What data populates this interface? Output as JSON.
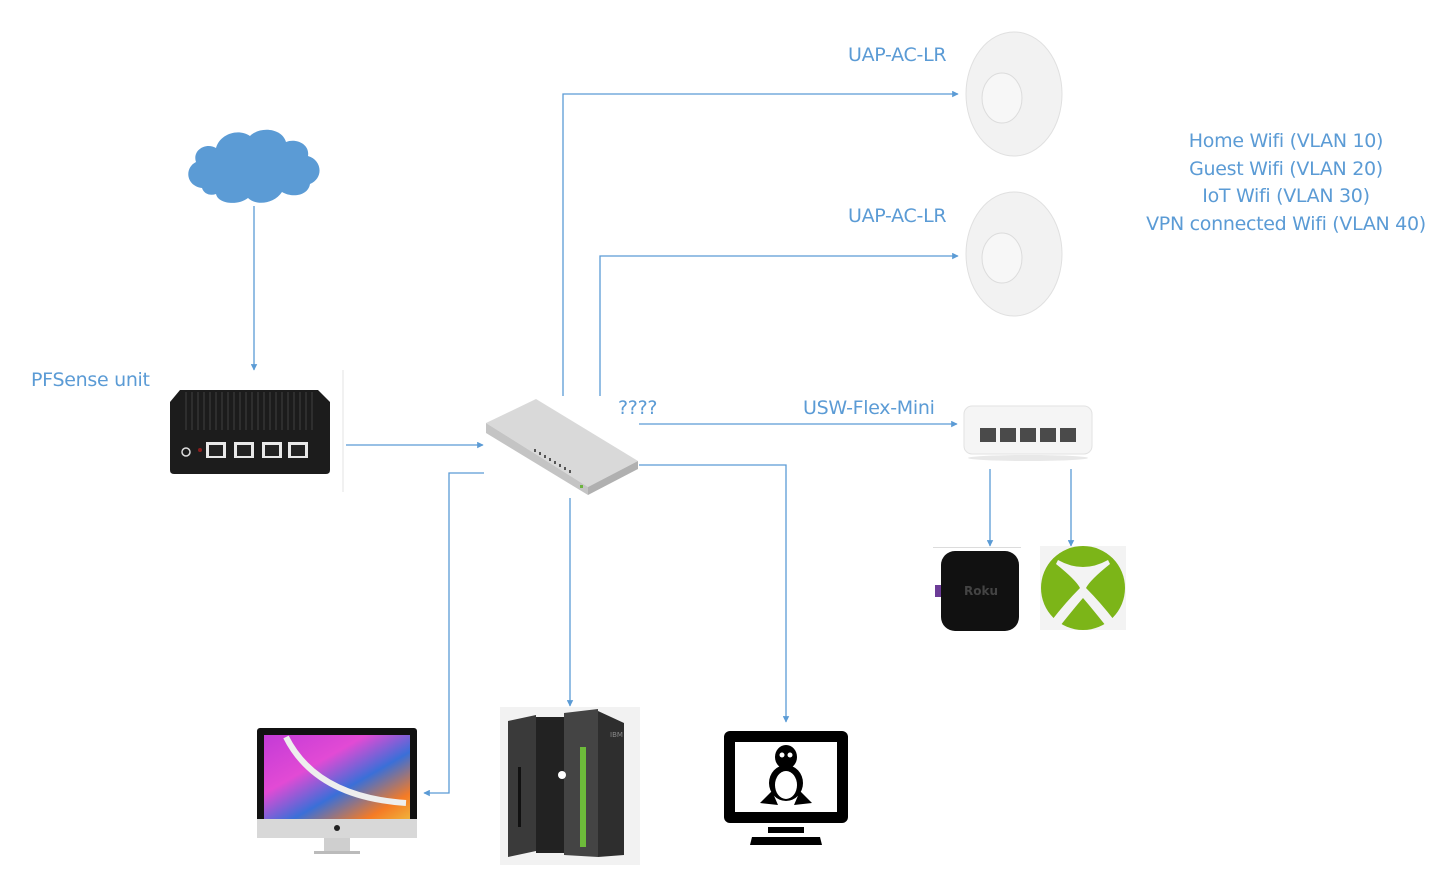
{
  "diagram": {
    "title": "Home network topology",
    "line_color": "#5b9bd5",
    "nodes": [
      {
        "id": "internet",
        "label": "",
        "icon": "cloud-icon"
      },
      {
        "id": "pfsense",
        "label": "PFSense unit",
        "icon": "firewall-appliance-icon"
      },
      {
        "id": "core-switch",
        "label": "????",
        "icon": "rack-switch-icon"
      },
      {
        "id": "ap1",
        "label": "UAP-AC-LR",
        "icon": "access-point-icon"
      },
      {
        "id": "ap2",
        "label": "UAP-AC-LR",
        "icon": "access-point-icon"
      },
      {
        "id": "flex-mini",
        "label": "USW-Flex-Mini",
        "icon": "mini-switch-icon"
      },
      {
        "id": "roku",
        "label": "Roku",
        "icon": "roku-icon"
      },
      {
        "id": "xbox",
        "label": "",
        "icon": "xbox-icon"
      },
      {
        "id": "imac",
        "label": "",
        "icon": "imac-icon"
      },
      {
        "id": "server",
        "label": "IBM",
        "icon": "server-icon"
      },
      {
        "id": "linux-pc",
        "label": "",
        "icon": "linux-monitor-icon"
      }
    ],
    "edges": [
      {
        "from": "internet",
        "to": "pfsense"
      },
      {
        "from": "pfsense",
        "to": "core-switch"
      },
      {
        "from": "core-switch",
        "to": "ap1"
      },
      {
        "from": "core-switch",
        "to": "ap2"
      },
      {
        "from": "core-switch",
        "to": "flex-mini"
      },
      {
        "from": "core-switch",
        "to": "imac"
      },
      {
        "from": "core-switch",
        "to": "server"
      },
      {
        "from": "core-switch",
        "to": "linux-pc"
      },
      {
        "from": "flex-mini",
        "to": "roku"
      },
      {
        "from": "flex-mini",
        "to": "xbox"
      }
    ],
    "wifi_networks": [
      "Home Wifi (VLAN 10)",
      "Guest Wifi (VLAN 20)",
      "IoT Wifi (VLAN 30)",
      "VPN connected Wifi (VLAN 40)"
    ]
  }
}
